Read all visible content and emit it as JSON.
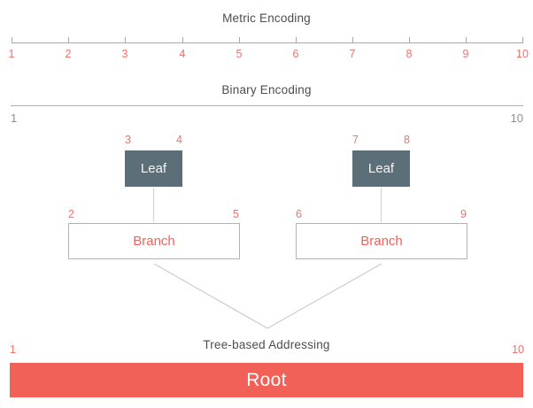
{
  "metric": {
    "title": "Metric Encoding",
    "labels": [
      "1",
      "2",
      "3",
      "4",
      "5",
      "6",
      "7",
      "8",
      "9",
      "10"
    ]
  },
  "binary": {
    "title": "Binary Encoding",
    "left_label": "1",
    "right_label": "10"
  },
  "tree": {
    "title": "Tree-based Addressing",
    "left_label": "1",
    "right_label": "10",
    "leaves": [
      {
        "label": "Leaf",
        "range_start": "3",
        "range_end": "4"
      },
      {
        "label": "Leaf",
        "range_start": "7",
        "range_end": "8"
      }
    ],
    "branches": [
      {
        "label": "Branch",
        "range_start": "2",
        "range_end": "5"
      },
      {
        "label": "Branch",
        "range_start": "6",
        "range_end": "9"
      }
    ],
    "root": {
      "label": "Root"
    }
  },
  "colors": {
    "accent_red": "#f26157",
    "number_red": "#f2716b",
    "leaf_background": "#5c6e78",
    "title_gray": "#4d4d4d",
    "line_gray": "#a9a9a9"
  }
}
